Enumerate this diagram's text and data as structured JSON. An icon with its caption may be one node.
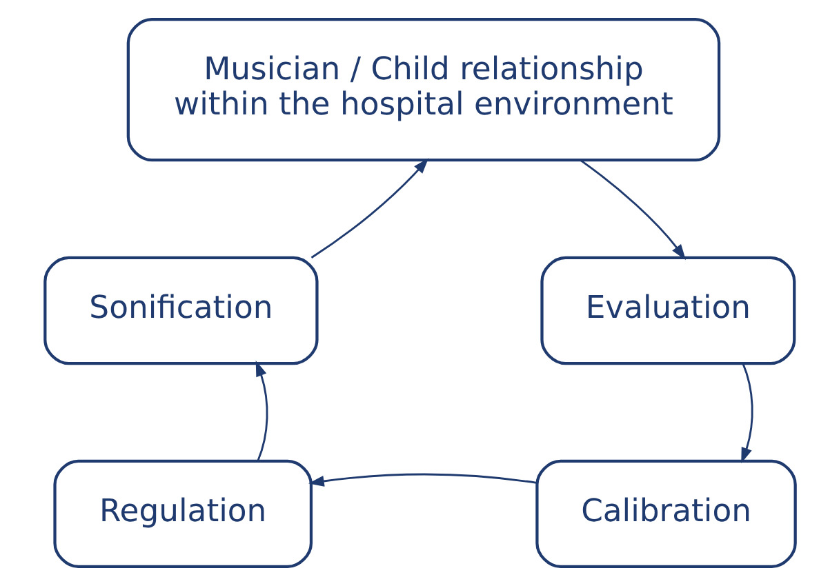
{
  "diagram": {
    "nodes": [
      {
        "text": [
          "Musician / Child relationship within the hospital environment"
        ]
      },
      {
        "text": [
          "Evaluation"
        ]
      },
      {
        "text": [
          "Calibration"
        ]
      },
      {
        "text": [
          "Regulation"
        ]
      },
      {
        "text": [
          "Sonification"
        ]
      }
    ],
    "edges": [
      {
        "from": 0,
        "to": 1,
        "arrow": "to"
      },
      {
        "from": 1,
        "to": 2,
        "arrow": "to"
      },
      {
        "from": 2,
        "to": 3,
        "arrow": "to"
      },
      {
        "from": 3,
        "to": 4,
        "arrow": "to"
      },
      {
        "from": 4,
        "to": 0,
        "arrow": "to"
      }
    ]
  }
}
